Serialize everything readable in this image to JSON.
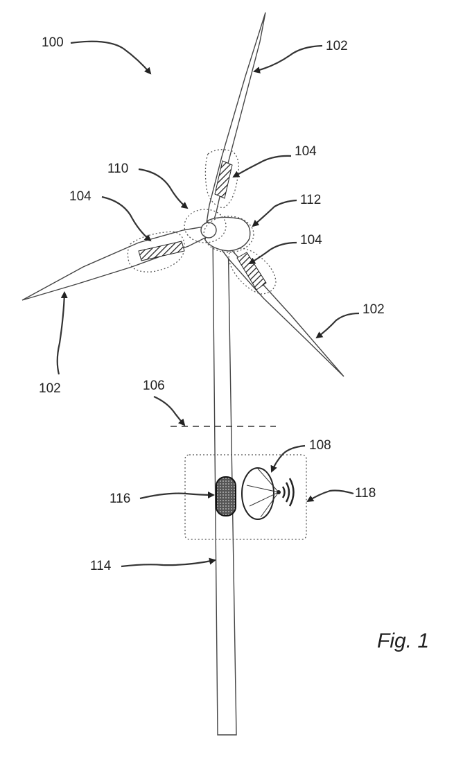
{
  "figure": {
    "caption": "Fig. 1",
    "labels": {
      "l100": "100",
      "l102_top": "102",
      "l102_left": "102",
      "l102_right": "102",
      "l104_top": "104",
      "l104_left": "104",
      "l104_right": "104",
      "l106": "106",
      "l108": "108",
      "l110": "110",
      "l112": "112",
      "l114": "114",
      "l116": "116",
      "l118": "118"
    }
  }
}
